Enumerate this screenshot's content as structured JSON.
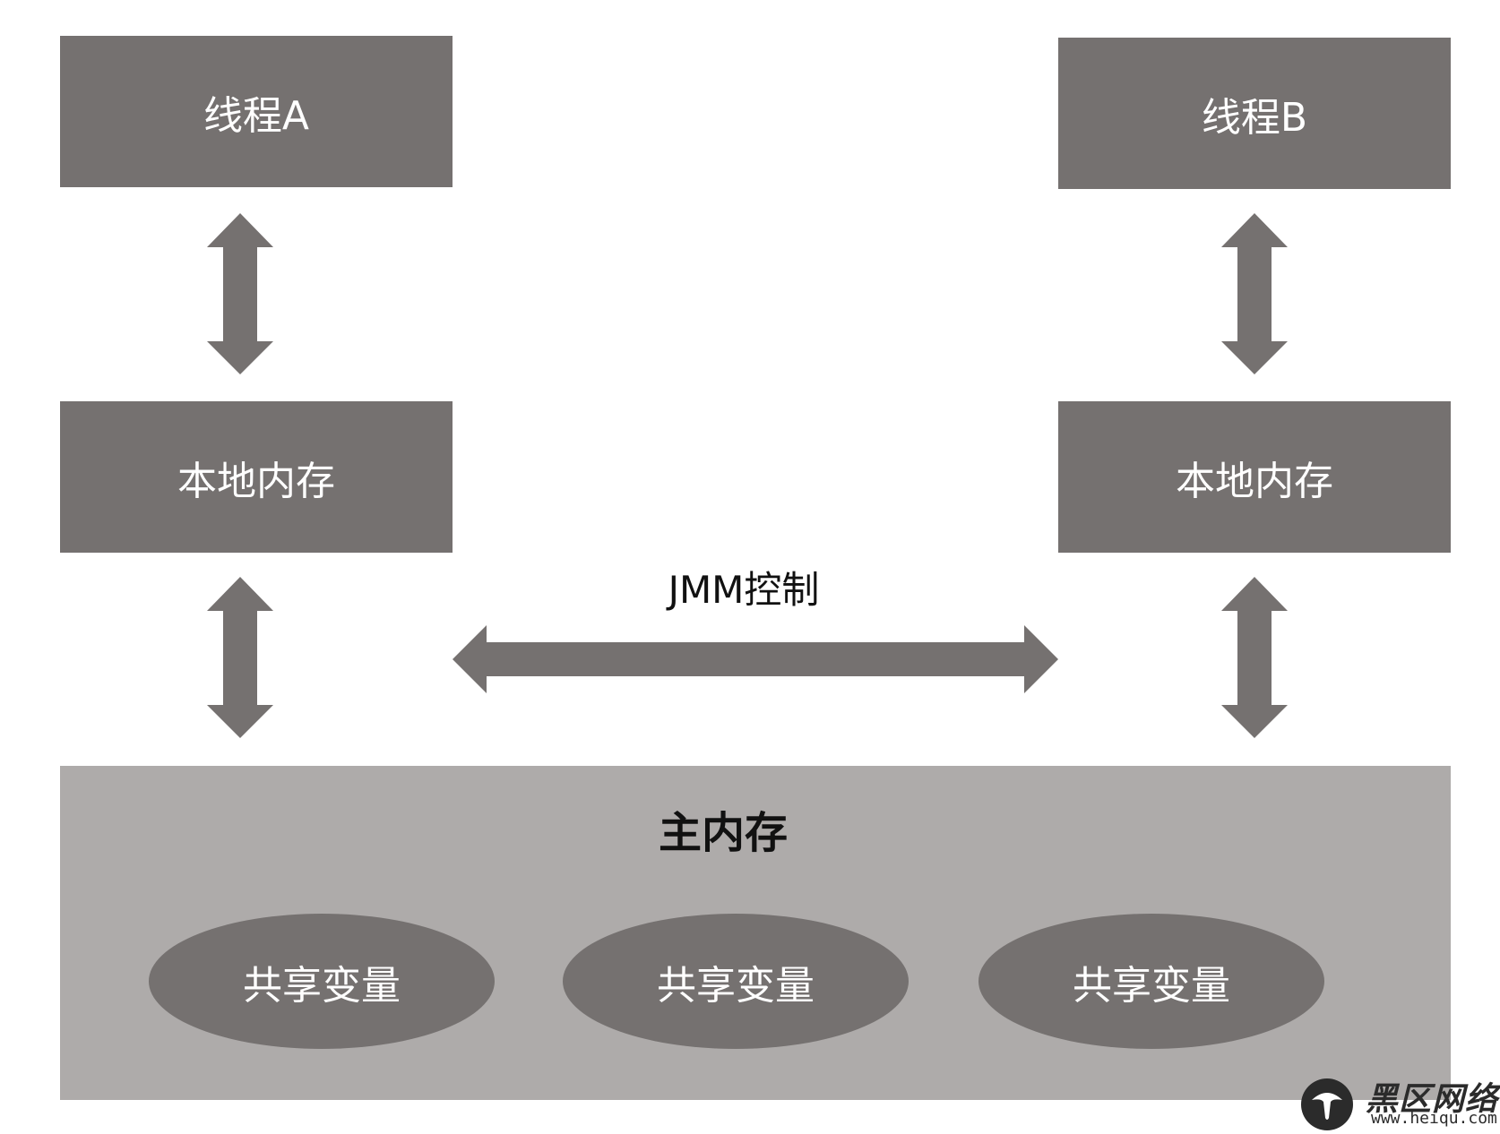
{
  "colors": {
    "box_dark": "#757170",
    "box_light": "#aeabaa",
    "arrow": "#757170",
    "text_light": "#ffffff",
    "text_dark": "#111111"
  },
  "threads": {
    "a_label": "线程A",
    "b_label": "线程B"
  },
  "local_memory": {
    "a_label": "本地内存",
    "b_label": "本地内存"
  },
  "jmm": {
    "label": "JMM控制"
  },
  "main_memory": {
    "title": "主内存",
    "shared_variables": [
      "共享变量",
      "共享变量",
      "共享变量"
    ]
  },
  "watermark": {
    "name": "黑区网络",
    "url": "www.heiqu.com",
    "icon": "mushroom-logo-icon"
  }
}
